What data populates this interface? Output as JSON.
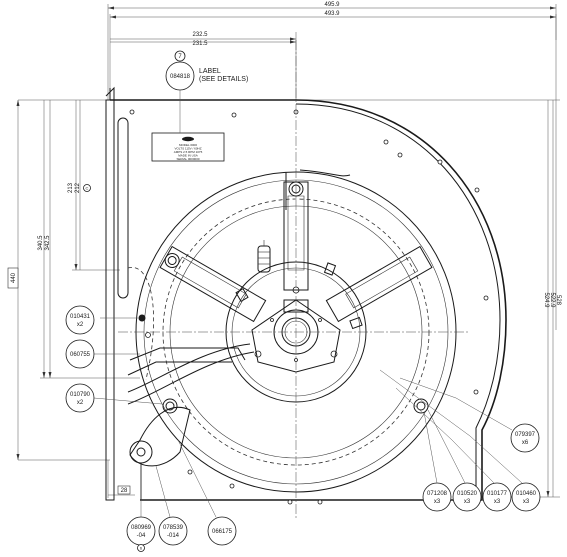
{
  "dimensions": {
    "width_top": "495.9",
    "width_bottom": "493.9",
    "center_x_top": "232.5",
    "center_x_bottom": "231.5",
    "h213": "213",
    "h212": "212",
    "h340": "340.5",
    "h342": "342.5",
    "h440": "440",
    "h524": "524.9",
    "h522": "522.9",
    "h528": "528",
    "v28": "28"
  },
  "label_callout": {
    "num": "7",
    "part": "084818",
    "text_line1": "LABEL",
    "text_line2": "(SEE DETAILS)"
  },
  "nameplate": {
    "lines": [
      "MODEL 0000",
      "VOLTS 115V / 60HZ",
      "AMPS 2.5  RPM 1075",
      "MADE IN USA",
      "SERIAL 0000000"
    ]
  },
  "hole_label": "C",
  "callouts_left": [
    {
      "part": "010431",
      "qty": "x2"
    },
    {
      "part": "060755",
      "qty": ""
    },
    {
      "part": "010790",
      "qty": "x2"
    }
  ],
  "callouts_bottom": [
    {
      "part": "080969",
      "qty": "-04",
      "sub": "6"
    },
    {
      "part": "078539",
      "qty": "-014"
    },
    {
      "part": "066175",
      "qty": ""
    }
  ],
  "callouts_right": [
    {
      "part": "079397",
      "qty": "x6"
    },
    {
      "part": "071208",
      "qty": "x3"
    },
    {
      "part": "010520",
      "qty": "x3"
    },
    {
      "part": "010177",
      "qty": "x3"
    },
    {
      "part": "010460",
      "qty": "x3"
    }
  ]
}
